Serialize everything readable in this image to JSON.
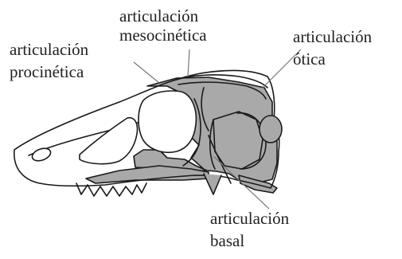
{
  "labels": {
    "mesokinetic": {
      "line1": "articulación",
      "line2": "mesocinética"
    },
    "prokinetic": {
      "line1": "articulación",
      "line2": "procinética"
    },
    "otic": {
      "line1": "articulación",
      "line2": "ótica"
    },
    "basal": {
      "line1": "articulación",
      "line2": "basal"
    }
  },
  "colors": {
    "bone_fill": "#a9a9a9",
    "outline": "#1a1a1a",
    "background": "#ffffff",
    "leader_line": "#777777"
  }
}
